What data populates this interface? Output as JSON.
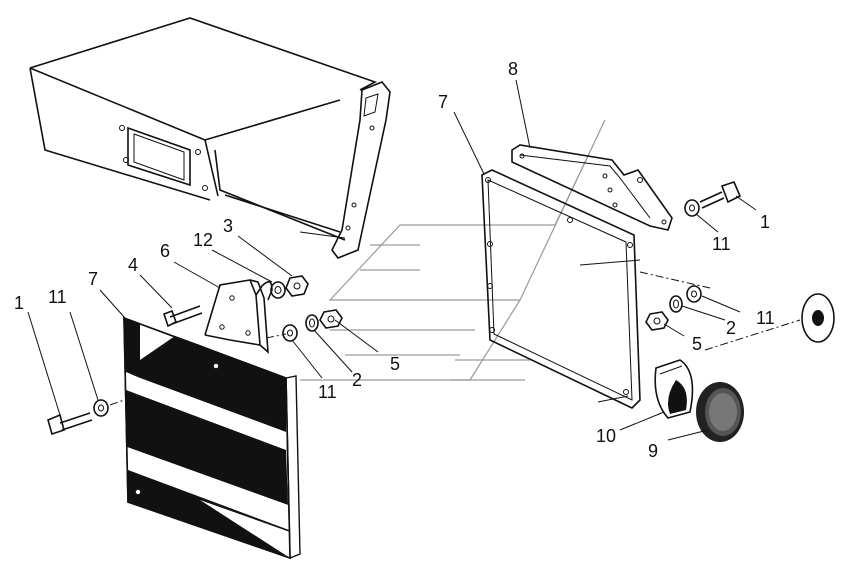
{
  "diagram": {
    "callouts": {
      "c1_left": "1",
      "c11_left": "11",
      "c7_left": "7",
      "c4": "4",
      "c6": "6",
      "c12": "12",
      "c3": "3",
      "c5_mid": "5",
      "c2_mid": "2",
      "c11_mid": "11",
      "c8": "8",
      "c7_right": "7",
      "c1_right": "1",
      "c11_right_top": "11",
      "c11_right": "11",
      "c2_right": "2",
      "c5_right": "5",
      "c10": "10",
      "c9": "9"
    }
  }
}
